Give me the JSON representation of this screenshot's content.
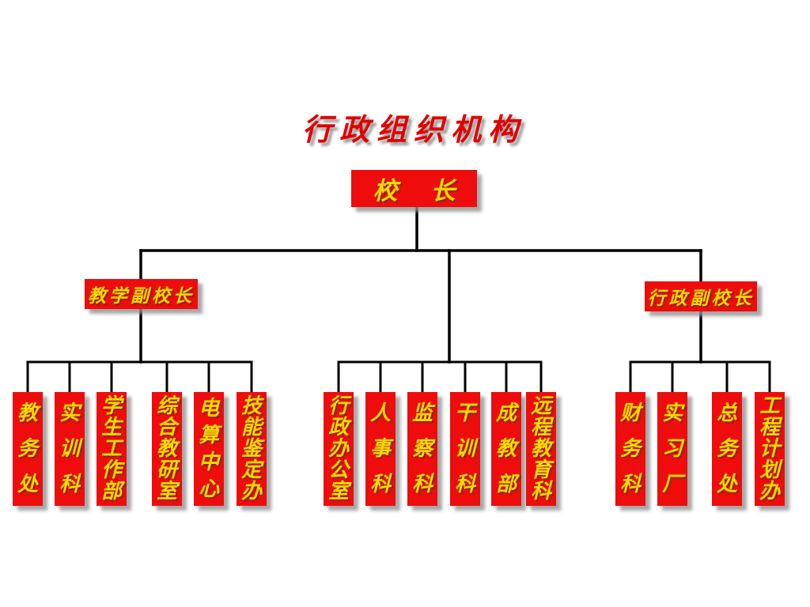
{
  "title": "行政组织机构",
  "org": {
    "root": {
      "label": "校长"
    },
    "vice_left": {
      "label": "教学副校长"
    },
    "vice_right": {
      "label": "行政副校长"
    },
    "groups": {
      "teaching": {
        "children": [
          "教务处",
          "实训科",
          "学生工作部",
          "综合教研室",
          "电算中心",
          "技能鉴定办"
        ]
      },
      "middle": {
        "children": [
          "行政办公室",
          "人事科",
          "监察科",
          "干训科",
          "成教部",
          "远程教育科"
        ]
      },
      "admin": {
        "children": [
          "财务科",
          "实习厂",
          "总务处",
          "工程计划办"
        ]
      }
    }
  },
  "colors": {
    "background": "#ffffff",
    "box_bg": "#ee0c0c",
    "box_text": "#ffd800",
    "title_text": "#e00000",
    "connector": "#000000",
    "shadow": "#919191"
  }
}
